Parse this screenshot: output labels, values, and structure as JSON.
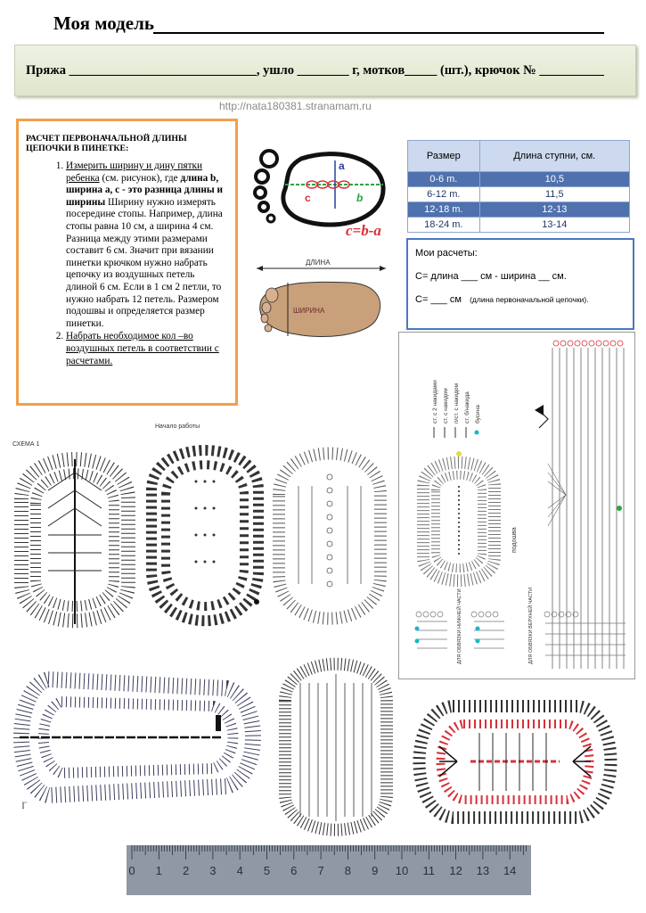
{
  "header": {
    "title": "Моя модель",
    "yarn_line": "Пряжа _____________________________, ушло ________ г, мотков_____ (шт.), крючок № __________"
  },
  "watermark": "http://nata180381.stranamam.ru",
  "instructions": {
    "heading": "РАСЧЕТ ПЕРВОНАЧАЛЬНОЙ ДЛИНЫ ЦЕПОЧКИ В ПИНЕТКЕ:",
    "step1_underlined": "Измерить ширину и дину пятки ребенка",
    "step1_normal": " (см. рисунок), где ",
    "step1_bold": "длина b, ширина a, c - это разница длины и ширины",
    "step1_rest": " Ширину нужно измерять посередине стопы. Например, длина стопы равна 10 см, а ширина 4 см. Разница между этими размерами составит 6 см. Значит при вязании пинетки крючком нужно набрать цепочку из воздушных петель длиной 6 см. Если в 1 см 2 петли, то нужно набрать 12 петель. Размером подошвы и определяется размер пинетки.",
    "step2": "Набрать необходимое кол –во воздушных петель в соответствии с расчетами."
  },
  "foot_diagram": {
    "label_a": "a",
    "label_b": "b",
    "label_c": "c",
    "formula": "c=b-a",
    "length_label": "ДЛИНА",
    "width_label": "ШИРИНА"
  },
  "size_table": {
    "headers": [
      "Размер",
      "Длина ступни, см."
    ],
    "rows": [
      [
        "0-6 m.",
        "10,5"
      ],
      [
        "6-12 m.",
        "11,5"
      ],
      [
        "12-18 m.",
        "12-13"
      ],
      [
        "18-24 m.",
        "13-14"
      ]
    ]
  },
  "my_calc": {
    "title": "Мои расчеты:",
    "line1": "С=  длина ___ см -  ширина __ см.",
    "line2_main": "С= ___ см",
    "line2_note": "(длина первоначальной цепочки)."
  },
  "legend": {
    "items": [
      "ст. с 2 накидами",
      "ст. с накидом",
      "п/ст. с накидом",
      "ст. б/накида",
      "бусина"
    ],
    "sole_label": "подошва",
    "lower_label": "ДЛЯ ОБВЯЗКИ НИЖНЕЙ ЧАСТИ",
    "upper_label": "ДЛЯ ОБВЯЗКИ ВЕРХНЕЙ ЧАСТИ"
  },
  "schemes": {
    "scheme1_label": "СХЕМА 1",
    "start_label": "Начало работы"
  },
  "ruler": {
    "numbers": [
      "0",
      "1",
      "2",
      "3",
      "4",
      "5",
      "6",
      "7",
      "8",
      "9",
      "10",
      "11",
      "12",
      "13",
      "14"
    ]
  },
  "colors": {
    "orange_border": "#f0a04b",
    "blue_border": "#4a78c2",
    "table_dark": "#4f71ad",
    "table_head": "#ccd9ee",
    "accent_red": "#d9303a",
    "accent_blue": "#2a3f9e",
    "accent_green": "#2aa640"
  }
}
